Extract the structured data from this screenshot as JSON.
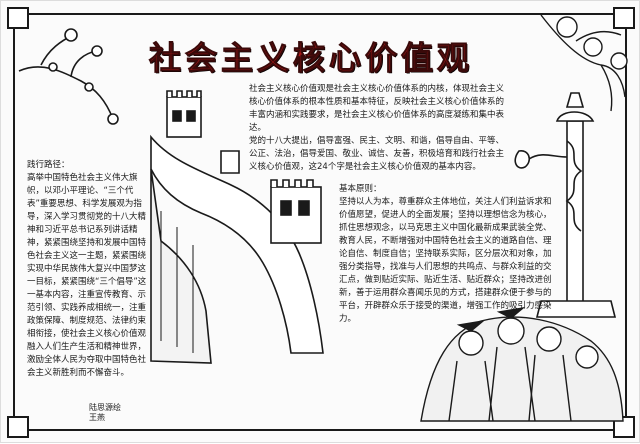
{
  "title": "社会主义核心价值观",
  "intro_text": "社会主义核心价值观是社会主义核心价值体系的内核，体现社会主义核心价值体系的根本性质和基本特征，反映社会主义核心价值体系的丰富内涵和实践要求，是社会主义核心价值体系的高度凝练和集中表达。\n党的十八大提出，倡导富强、民主、文明、和谐，倡导自由、平等、公正、法治，倡导爱国、敬业、诚信、友善，积极培育和践行社会主义核心价值观，这24个字是社会主义核心价值观的基本内容。",
  "left_text": "践行路径：\n高举中国特色社会主义伟大旗帜，以邓小平理论、“三个代表”重要思想、科学发展观为指导，深入学习贯彻党的十八大精神和习近平总书记系列讲话精神，紧紧围绕坚持和发展中国特色社会主义这一主题，紧紧围绕实现中华民族伟大复兴中国梦这一目标，紧紧围绕“三个倡导”这一基本内容，注重宣传教育、示范引领、实践养成相统一，注重政策保障、制度规范、法律约束相衔接，使社会主义核心价值观融入人们生产生活和精神世界，激励全体人民为夺取中国特色社会主义新胜利而不懈奋斗。",
  "right_text": "基本原则：\n坚持以人为本，尊重群众主体地位，关注人们利益诉求和价值愿望，促进人的全面发展；坚持以理想信念为核心，抓住思想观念，以马克思主义中国化最新成果武装全党、教育人民，不断增强对中国特色社会主义的道路自信、理论自信、制度自信；坚持联系实际，区分层次和对象，加强分类指导，找准与人们思想的共鸣点、与群众利益的交汇点，做到贴近实际、贴近生活、贴近群众；坚持改进创新，善于运用群众喜闻乐见的方式，搭建群众便于参与的平台，开辟群众乐于接受的渠道，增强工作的吸引力感染力。",
  "signature": "陆思源绘\n王燕"
}
